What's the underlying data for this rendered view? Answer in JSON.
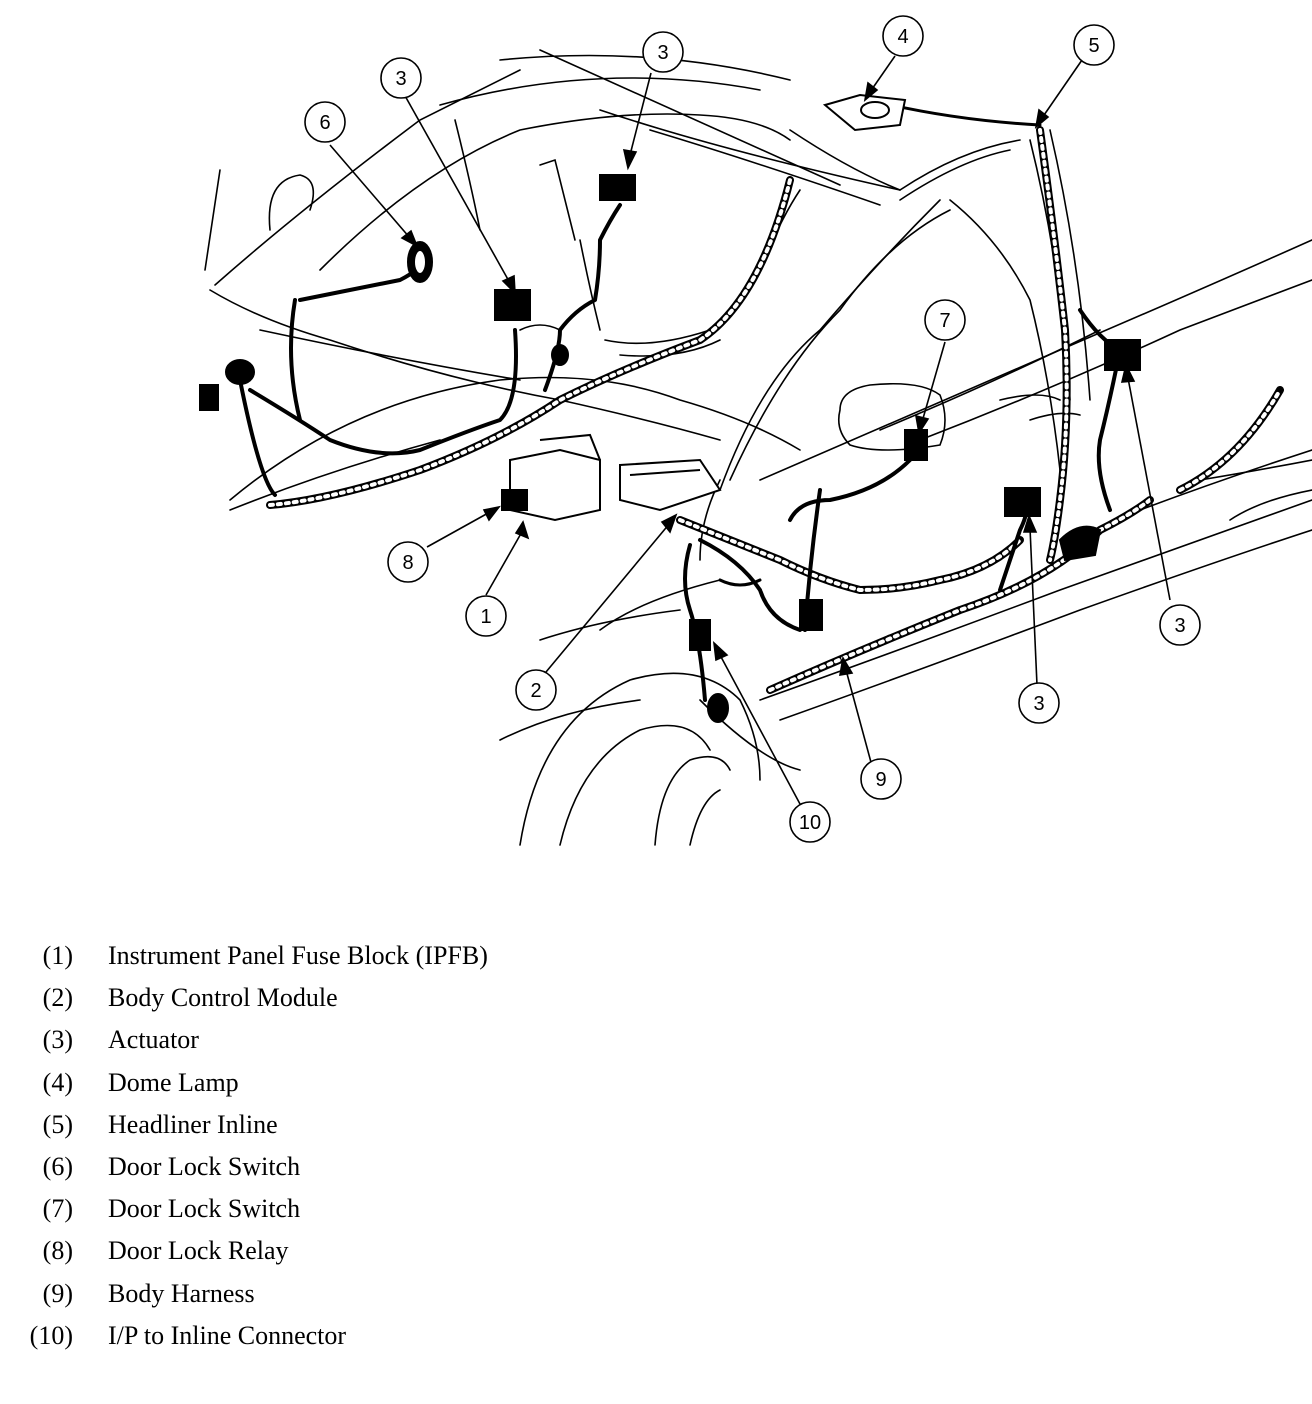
{
  "callouts": [
    {
      "num": "1"
    },
    {
      "num": "2"
    },
    {
      "num": "3"
    },
    {
      "num": "3"
    },
    {
      "num": "3"
    },
    {
      "num": "3"
    },
    {
      "num": "4"
    },
    {
      "num": "5"
    },
    {
      "num": "6"
    },
    {
      "num": "7"
    },
    {
      "num": "8"
    },
    {
      "num": "9"
    },
    {
      "num": "10"
    }
  ],
  "legend": [
    {
      "num": "(1)",
      "label": "Instrument Panel Fuse Block (IPFB)"
    },
    {
      "num": "(2)",
      "label": "Body Control Module"
    },
    {
      "num": "(3)",
      "label": "Actuator"
    },
    {
      "num": "(4)",
      "label": "Dome Lamp"
    },
    {
      "num": "(5)",
      "label": "Headliner Inline"
    },
    {
      "num": "(6)",
      "label": "Door Lock Switch"
    },
    {
      "num": "(7)",
      "label": "Door Lock Switch"
    },
    {
      "num": "(8)",
      "label": "Door Lock Relay"
    },
    {
      "num": "(9)",
      "label": "Body Harness"
    },
    {
      "num": "(10)",
      "label": "I/P to Inline Connector"
    }
  ]
}
